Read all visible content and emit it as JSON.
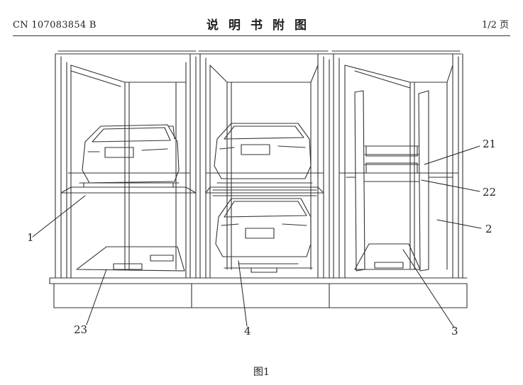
{
  "header": {
    "publication_number": "CN 107083854 B",
    "title": "说明书附图",
    "page": "1/2 页"
  },
  "figure": {
    "caption": "图1",
    "labels": {
      "l1": "1",
      "l2": "2",
      "l3": "3",
      "l4": "4",
      "l21": "21",
      "l22": "22",
      "l23": "23"
    }
  }
}
